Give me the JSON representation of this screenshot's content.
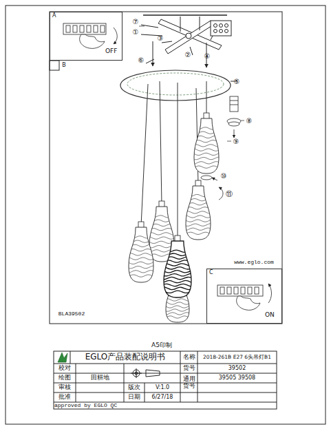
{
  "diagram": {
    "nodes": [
      {
        "text": [
          "A",
          "OFF"
        ]
      },
      {
        "text": [
          "C",
          "ON"
        ]
      }
    ],
    "labels": [
      "B",
      "⑦",
      "①",
      "③",
      "②",
      "④",
      "⑥",
      "⑤",
      "⑧",
      "⑨",
      "⑩",
      "⑪",
      "www.eglo.com",
      "BLA39502",
      "A5印制",
      "EGLO产品装配说明书",
      "名称",
      "2018-261B E27 6头吊灯B1",
      "校对",
      "货号",
      "39502",
      "绘图",
      "田耕地",
      "通用货号",
      "39505 39508",
      "审核",
      "版次",
      "V:1.0",
      "批准",
      "日期",
      "6/27/18",
      "approved by EGLO QC"
    ]
  }
}
